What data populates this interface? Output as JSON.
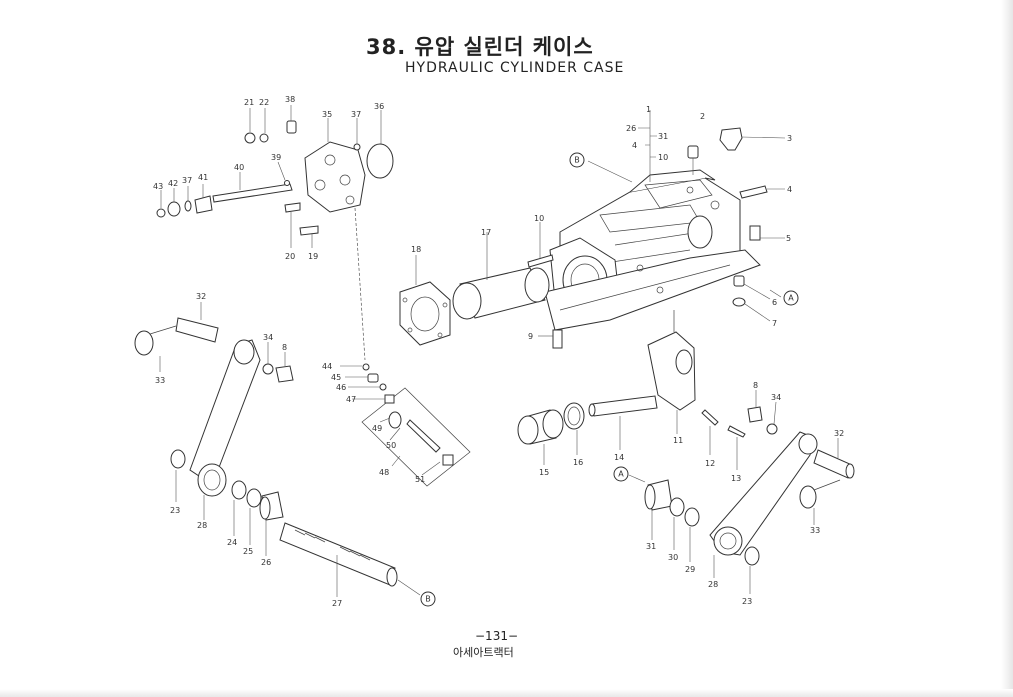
{
  "header": {
    "title_kr": "38. 유압 실린더 케이스",
    "title_en": "HYDRAULIC CYLINDER CASE"
  },
  "footer": {
    "page_number": "−131−",
    "publisher": "아세아트랙터"
  },
  "callouts": {
    "B_top": "B",
    "A_right": "A",
    "A_bottom": "A",
    "B_shaft": "B"
  },
  "part_labels": {
    "p1": "1",
    "p26a": "26",
    "p31a": "31",
    "p4a": "4",
    "p10a": "10",
    "p2": "2",
    "p3": "3",
    "p4b": "4",
    "p5": "5",
    "p6": "6",
    "p7": "7",
    "p10b": "10",
    "p9": "9",
    "p17": "17",
    "p18": "18",
    "p21": "21",
    "p22": "22",
    "p38": "38",
    "p35": "35",
    "p37a": "37",
    "p36": "36",
    "p40": "40",
    "p39": "39",
    "p43": "43",
    "p42": "42",
    "p37b": "37",
    "p41": "41",
    "p20": "20",
    "p19": "19",
    "p32a": "32",
    "p33a": "33",
    "p34a": "34",
    "p8a": "8",
    "p44": "44",
    "p45": "45",
    "p46": "46",
    "p47": "47",
    "p49": "49",
    "p50": "50",
    "p48": "48",
    "p51": "51",
    "p23a": "23",
    "p28a": "28",
    "p24": "24",
    "p25": "25",
    "p26b": "26",
    "p27": "27",
    "p15": "15",
    "p16": "16",
    "p14": "14",
    "p11": "11",
    "p12": "12",
    "p13": "13",
    "p8b": "8",
    "p34b": "34",
    "p32b": "32",
    "p33b": "33",
    "p31b": "31",
    "p30": "30",
    "p29": "29",
    "p28b": "28",
    "p23b": "23"
  }
}
